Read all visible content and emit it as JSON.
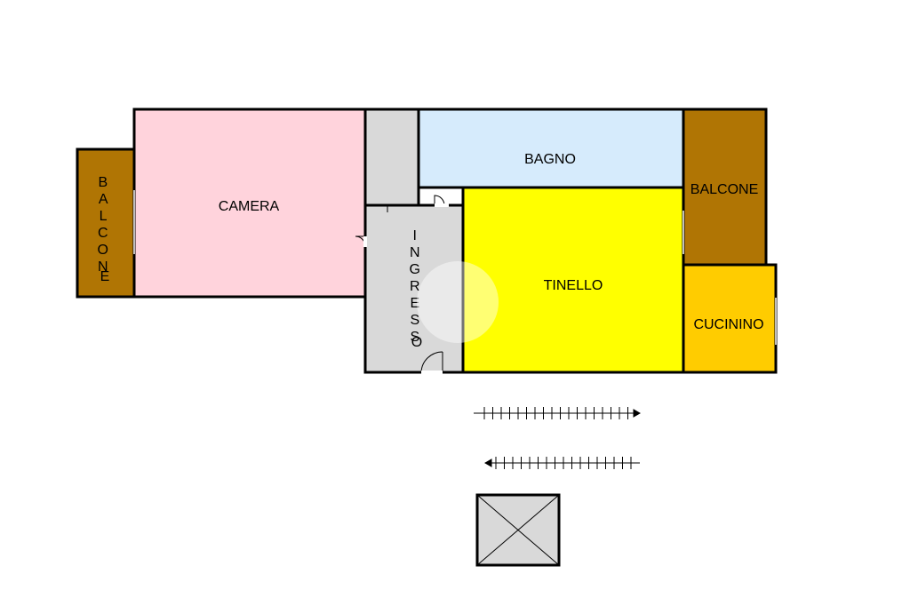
{
  "rooms": {
    "balcone_left": {
      "label": "BALCONE",
      "color": "#B07504"
    },
    "camera": {
      "label": "CAMERA",
      "color": "#FFD3DC"
    },
    "corridor": {
      "color": "#D9D9D9"
    },
    "bagno": {
      "label": "BAGNO",
      "color": "#D6EBFC"
    },
    "balcone_right": {
      "label": "BALCONE",
      "color": "#B07504"
    },
    "ingresso": {
      "label": "INGRESSO",
      "color": "#D9D9D9"
    },
    "tinello": {
      "label": "TINELLO",
      "color": "#FFFF00"
    },
    "cucinino": {
      "label": "CUCININO",
      "color": "#FFCC00"
    }
  },
  "stairs": {
    "up_icon": "stair-arrow-right-icon",
    "down_icon": "stair-arrow-left-icon"
  },
  "shaft": {
    "icon": "cross-box-icon",
    "color": "#D9D9D9"
  }
}
